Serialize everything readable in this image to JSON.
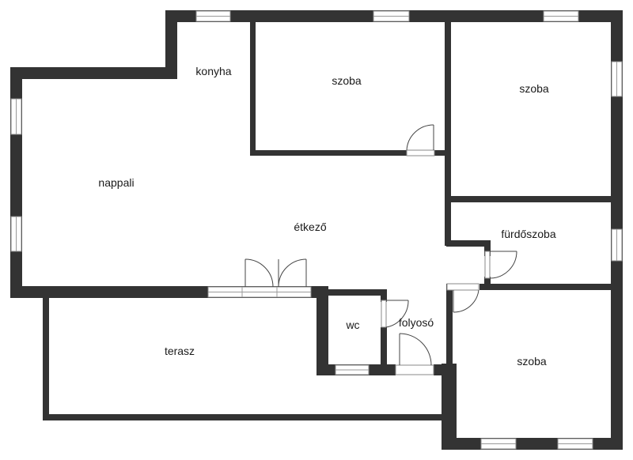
{
  "rooms": {
    "konyha": "konyha",
    "szoba_top_middle": "szoba",
    "szoba_top_right": "szoba",
    "nappali": "nappali",
    "etkezo": "étkező",
    "furdoszoba": "fürdőszoba",
    "wc": "wc",
    "folyoso": "folyosó",
    "terasz": "terasz",
    "szoba_bottom_right": "szoba"
  },
  "colors": {
    "wall": "#333333",
    "background": "#ffffff"
  }
}
